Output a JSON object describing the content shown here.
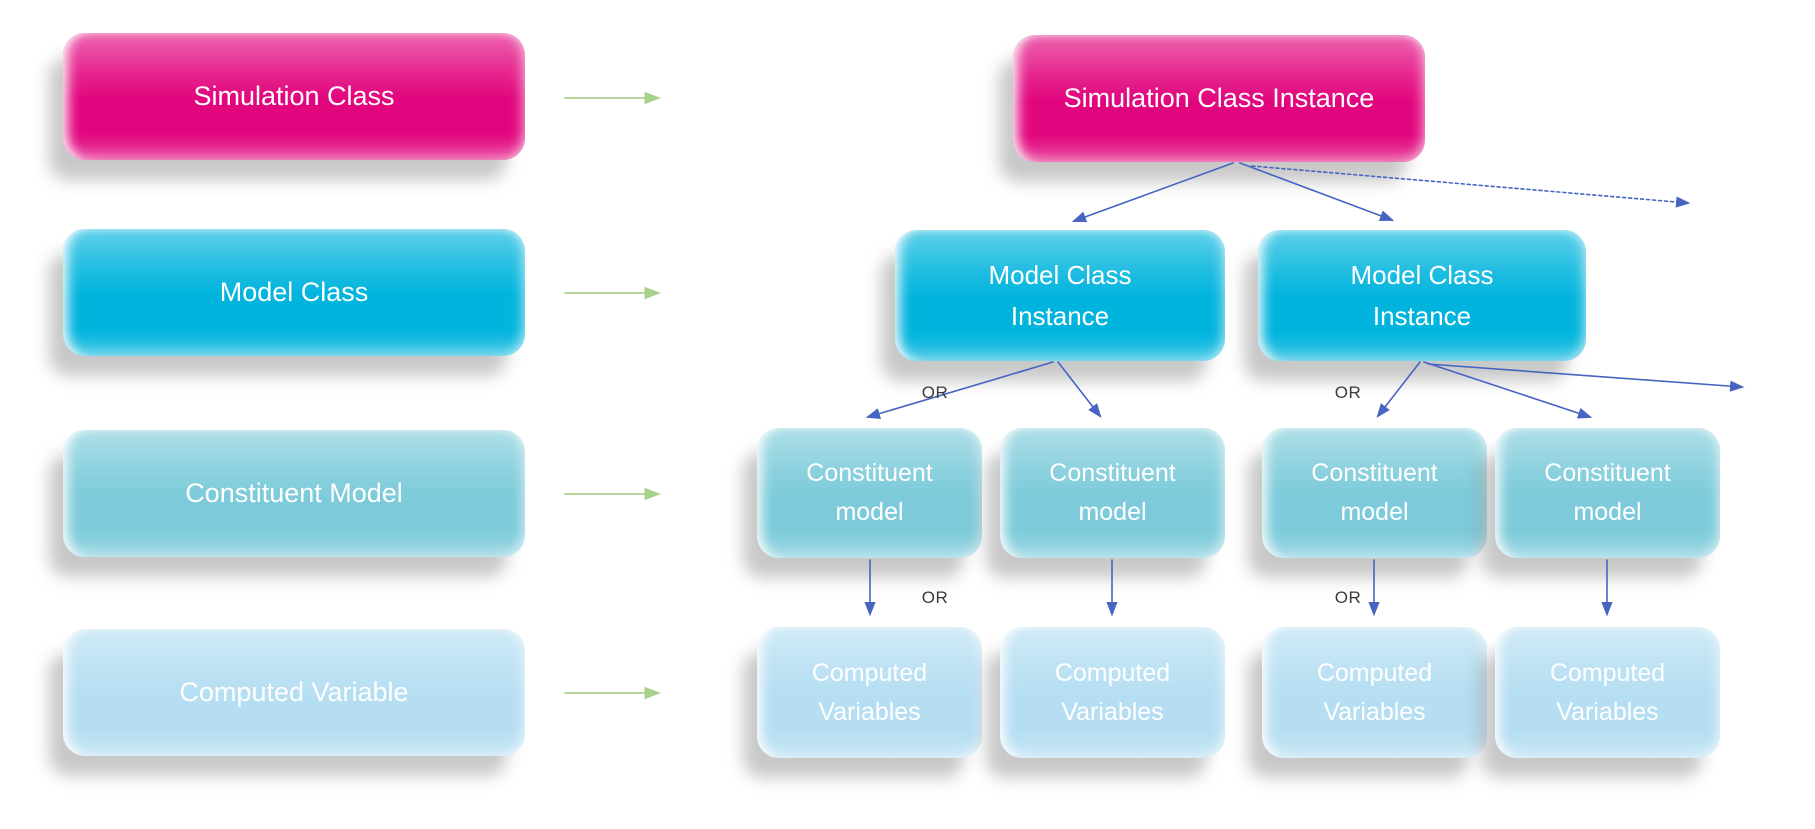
{
  "palette": {
    "simulation_pink": "#e2067e",
    "model_cyan": "#00b4dd",
    "constituent_blue": "#7dcbda",
    "computed_blue": "#b5def2",
    "mapping_arrow_green": "#a9d18e",
    "instance_link_blue": "#4565c0",
    "or_text_gray": "#3b3b3b",
    "background": "#ffffff"
  },
  "class_column": {
    "items": [
      {
        "label": "Simulation Class"
      },
      {
        "label": "Model Class"
      },
      {
        "label": "Constituent Model"
      },
      {
        "label": "Computed Variable"
      }
    ]
  },
  "instance_tree": {
    "root": {
      "label": "Simulation Class Instance"
    },
    "model_instances": [
      {
        "label": "Model Class Instance"
      },
      {
        "label": "Model Class Instance"
      }
    ],
    "constituent_models": [
      {
        "label": "Constituent model"
      },
      {
        "label": "Constituent model"
      },
      {
        "label": "Constituent model"
      },
      {
        "label": "Constituent model"
      }
    ],
    "computed_variables": [
      {
        "label": "Computed Variables"
      },
      {
        "label": "Computed Variables"
      },
      {
        "label": "Computed Variables"
      },
      {
        "label": "Computed Variables"
      }
    ],
    "or_labels": [
      {
        "text": "OR"
      },
      {
        "text": "OR"
      },
      {
        "text": "OR"
      },
      {
        "text": "OR"
      }
    ]
  }
}
